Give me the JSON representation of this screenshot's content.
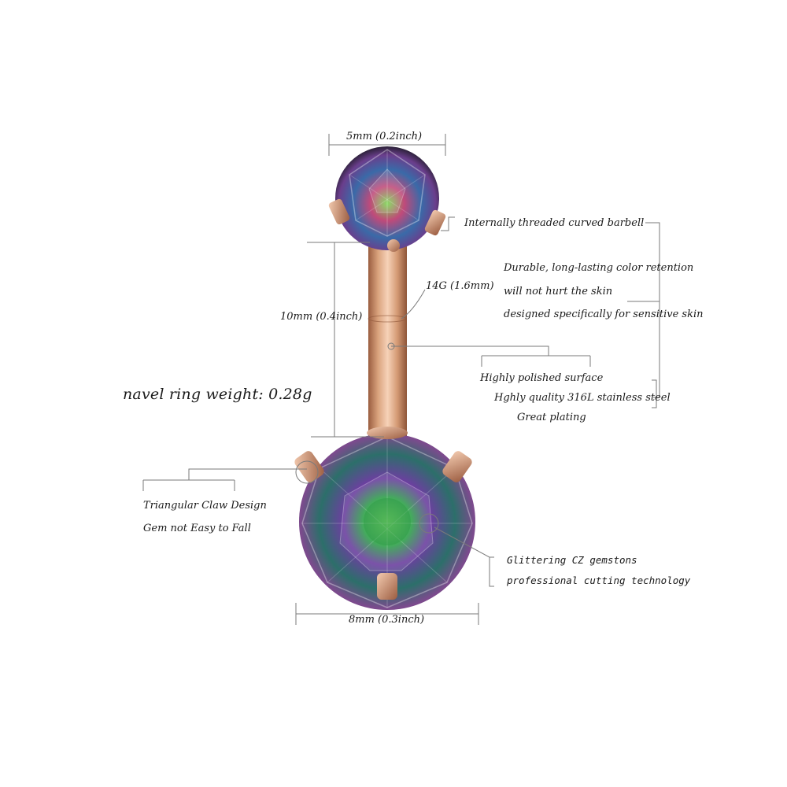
{
  "labels": {
    "top_gem_width": "5mm (0.2inch)",
    "bar_length": "10mm (0.4inch)",
    "gauge": "14G (1.6mm)",
    "weight": "navel ring weight: 0.28g",
    "bottom_gem_width": "8mm (0.3inch)"
  },
  "features": {
    "barbell": "Internally threaded curved barbell",
    "color_1": "Durable, long-lasting color retention",
    "color_2": "will not hurt the skin",
    "color_3": "designed specifically for sensitive skin",
    "surface_1": "Highly polished surface",
    "surface_2": "Hghly quality 316L stainless steel",
    "surface_3": "Great plating",
    "claw_1": "Triangular Claw Design",
    "claw_2": "Gem not Easy to Fall",
    "gem_1": "Glittering CZ gemstons",
    "gem_2": "professional cutting technology"
  },
  "colors": {
    "rose_gold": "#d9a27c",
    "rose_gold_dark": "#a8694a",
    "line": "#7a7a7a"
  },
  "icons": {
    "product": "navel-ring-photo"
  }
}
